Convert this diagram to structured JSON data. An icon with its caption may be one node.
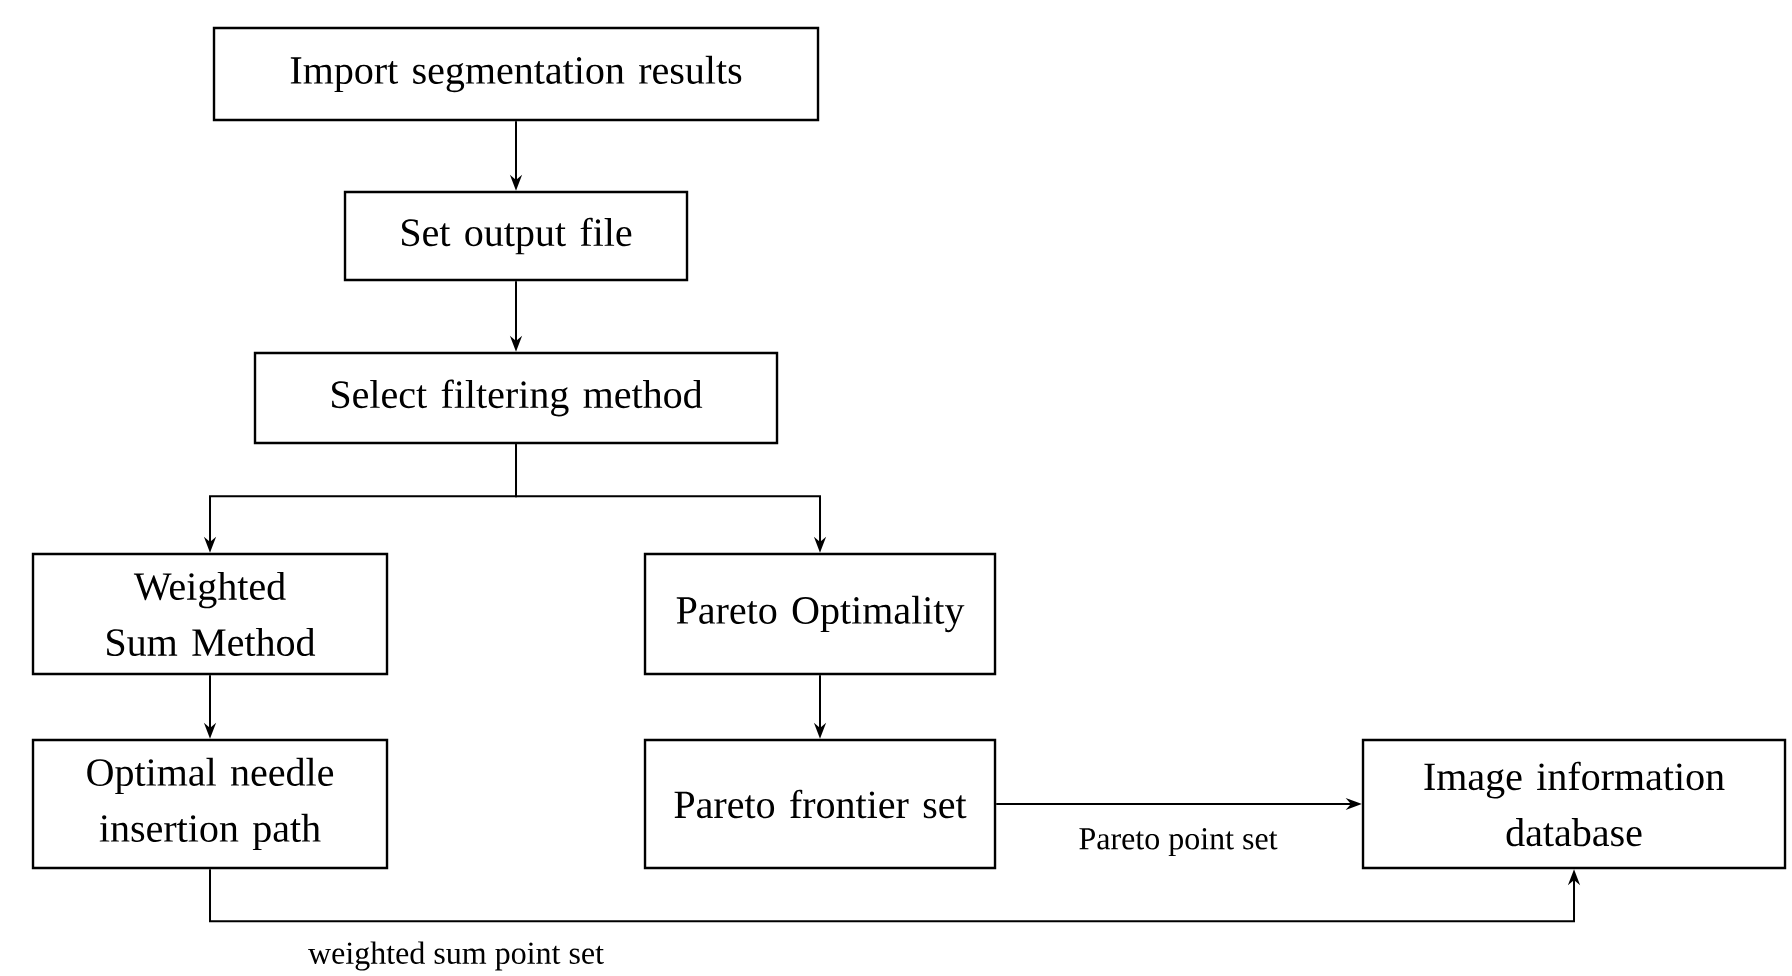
{
  "diagram": {
    "nodes": [
      {
        "text": [
          "Import segmentation results"
        ]
      },
      {
        "text": [
          "Set output file"
        ]
      },
      {
        "text": [
          "Select filtering method"
        ]
      },
      {
        "text": [
          "Weighted Sum Method"
        ]
      },
      {
        "text": [
          "Pareto Optimality"
        ]
      },
      {
        "text": [
          "Optimal needle insertion path"
        ]
      },
      {
        "text": [
          "Pareto frontier set"
        ]
      },
      {
        "text": [
          "Image information database"
        ]
      }
    ],
    "edges": [
      {
        "from": 0,
        "to": 1,
        "arrow": "to"
      },
      {
        "from": 1,
        "to": 2,
        "arrow": "to"
      },
      {
        "from": 2,
        "to": 3,
        "arrow": "to"
      },
      {
        "from": 2,
        "to": 4,
        "arrow": "to"
      },
      {
        "from": 3,
        "to": 5,
        "arrow": "to"
      },
      {
        "from": 4,
        "to": 6,
        "arrow": "to"
      },
      {
        "from": 6,
        "to": 7,
        "arrow": "to",
        "label": "Pareto point set"
      },
      {
        "from": 5,
        "to": 7,
        "arrow": "to",
        "label": "weighted sum point set"
      }
    ]
  }
}
